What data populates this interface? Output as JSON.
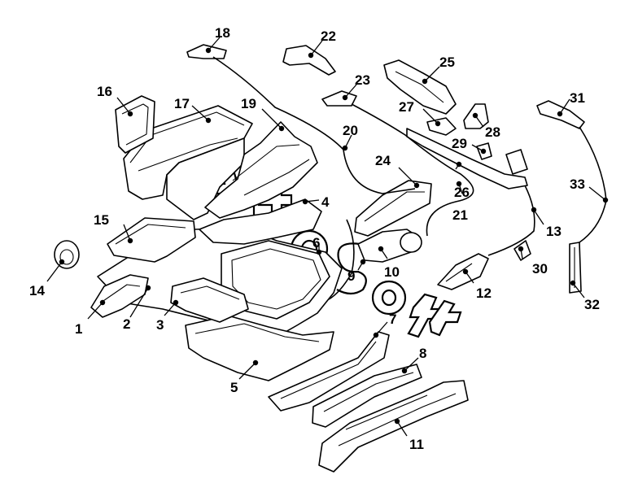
{
  "diagram": {
    "callouts": [
      "1",
      "2",
      "3",
      "4",
      "5",
      "6",
      "7",
      "8",
      "9",
      "10",
      "11",
      "12",
      "13",
      "14",
      "15",
      "16",
      "17",
      "18",
      "19",
      "20",
      "21",
      "22",
      "23",
      "24",
      "25",
      "26",
      "27",
      "28",
      "29",
      "30",
      "31",
      "32",
      "33"
    ]
  },
  "colors": {
    "line": "#000000",
    "background": "#ffffff"
  }
}
